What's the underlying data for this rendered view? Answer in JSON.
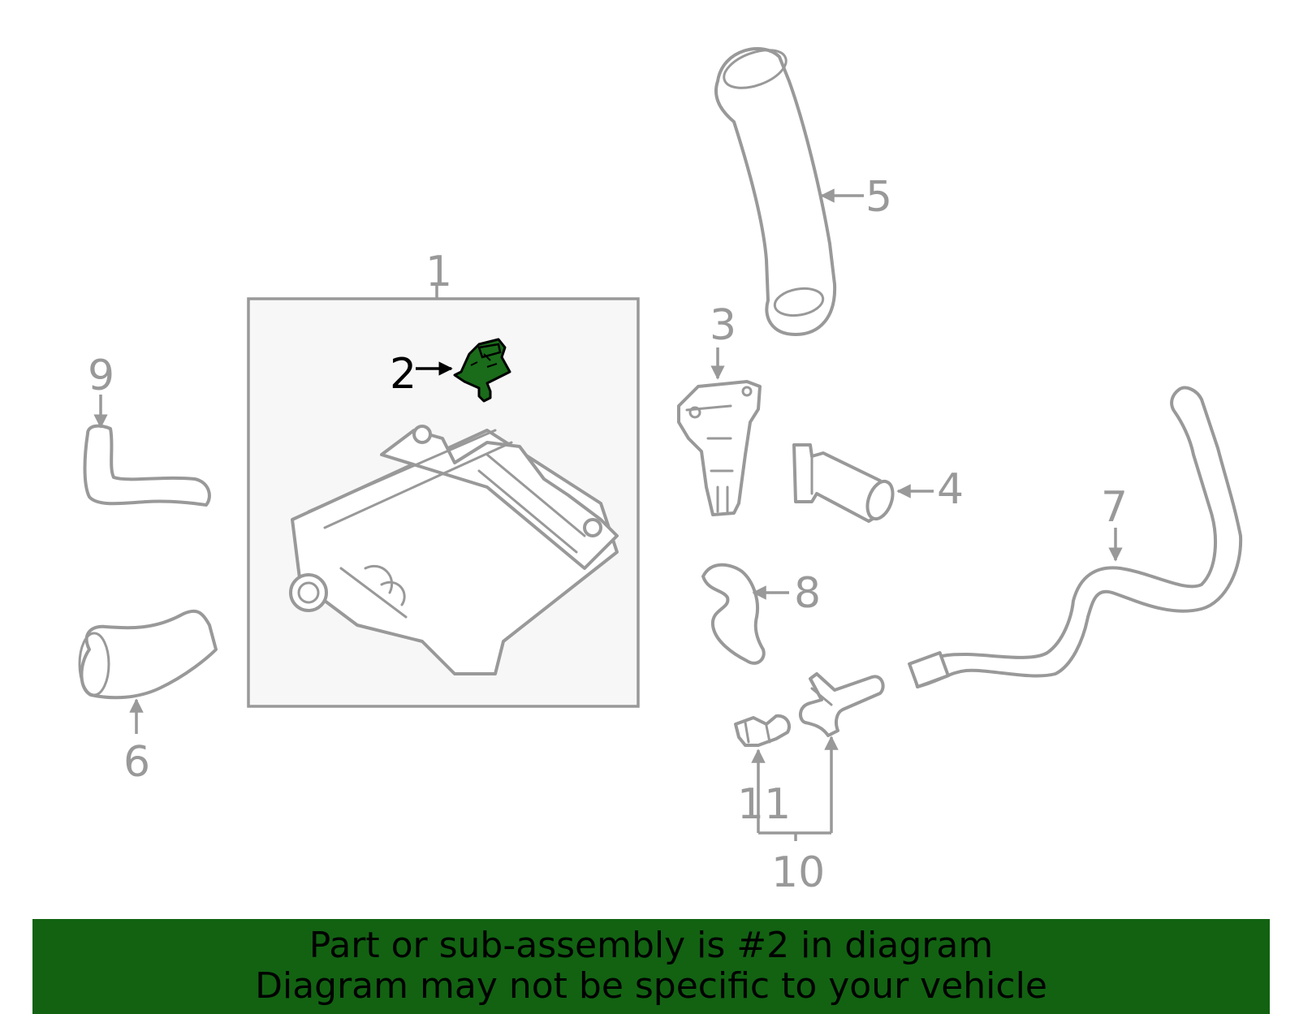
{
  "diagram": {
    "highlight_color": "#1a6b1a",
    "outline_color": "#999999",
    "banner_color": "#126212",
    "callouts": [
      {
        "id": "1",
        "label": "1"
      },
      {
        "id": "2",
        "label": "2",
        "highlighted": true
      },
      {
        "id": "3",
        "label": "3"
      },
      {
        "id": "4",
        "label": "4"
      },
      {
        "id": "5",
        "label": "5"
      },
      {
        "id": "6",
        "label": "6"
      },
      {
        "id": "7",
        "label": "7"
      },
      {
        "id": "8",
        "label": "8"
      },
      {
        "id": "9",
        "label": "9"
      },
      {
        "id": "10",
        "label": "10"
      },
      {
        "id": "11",
        "label": "11"
      }
    ]
  },
  "banner": {
    "line1": "Part or sub-assembly is #2 in diagram",
    "line2": "Diagram may not be specific to your vehicle"
  }
}
